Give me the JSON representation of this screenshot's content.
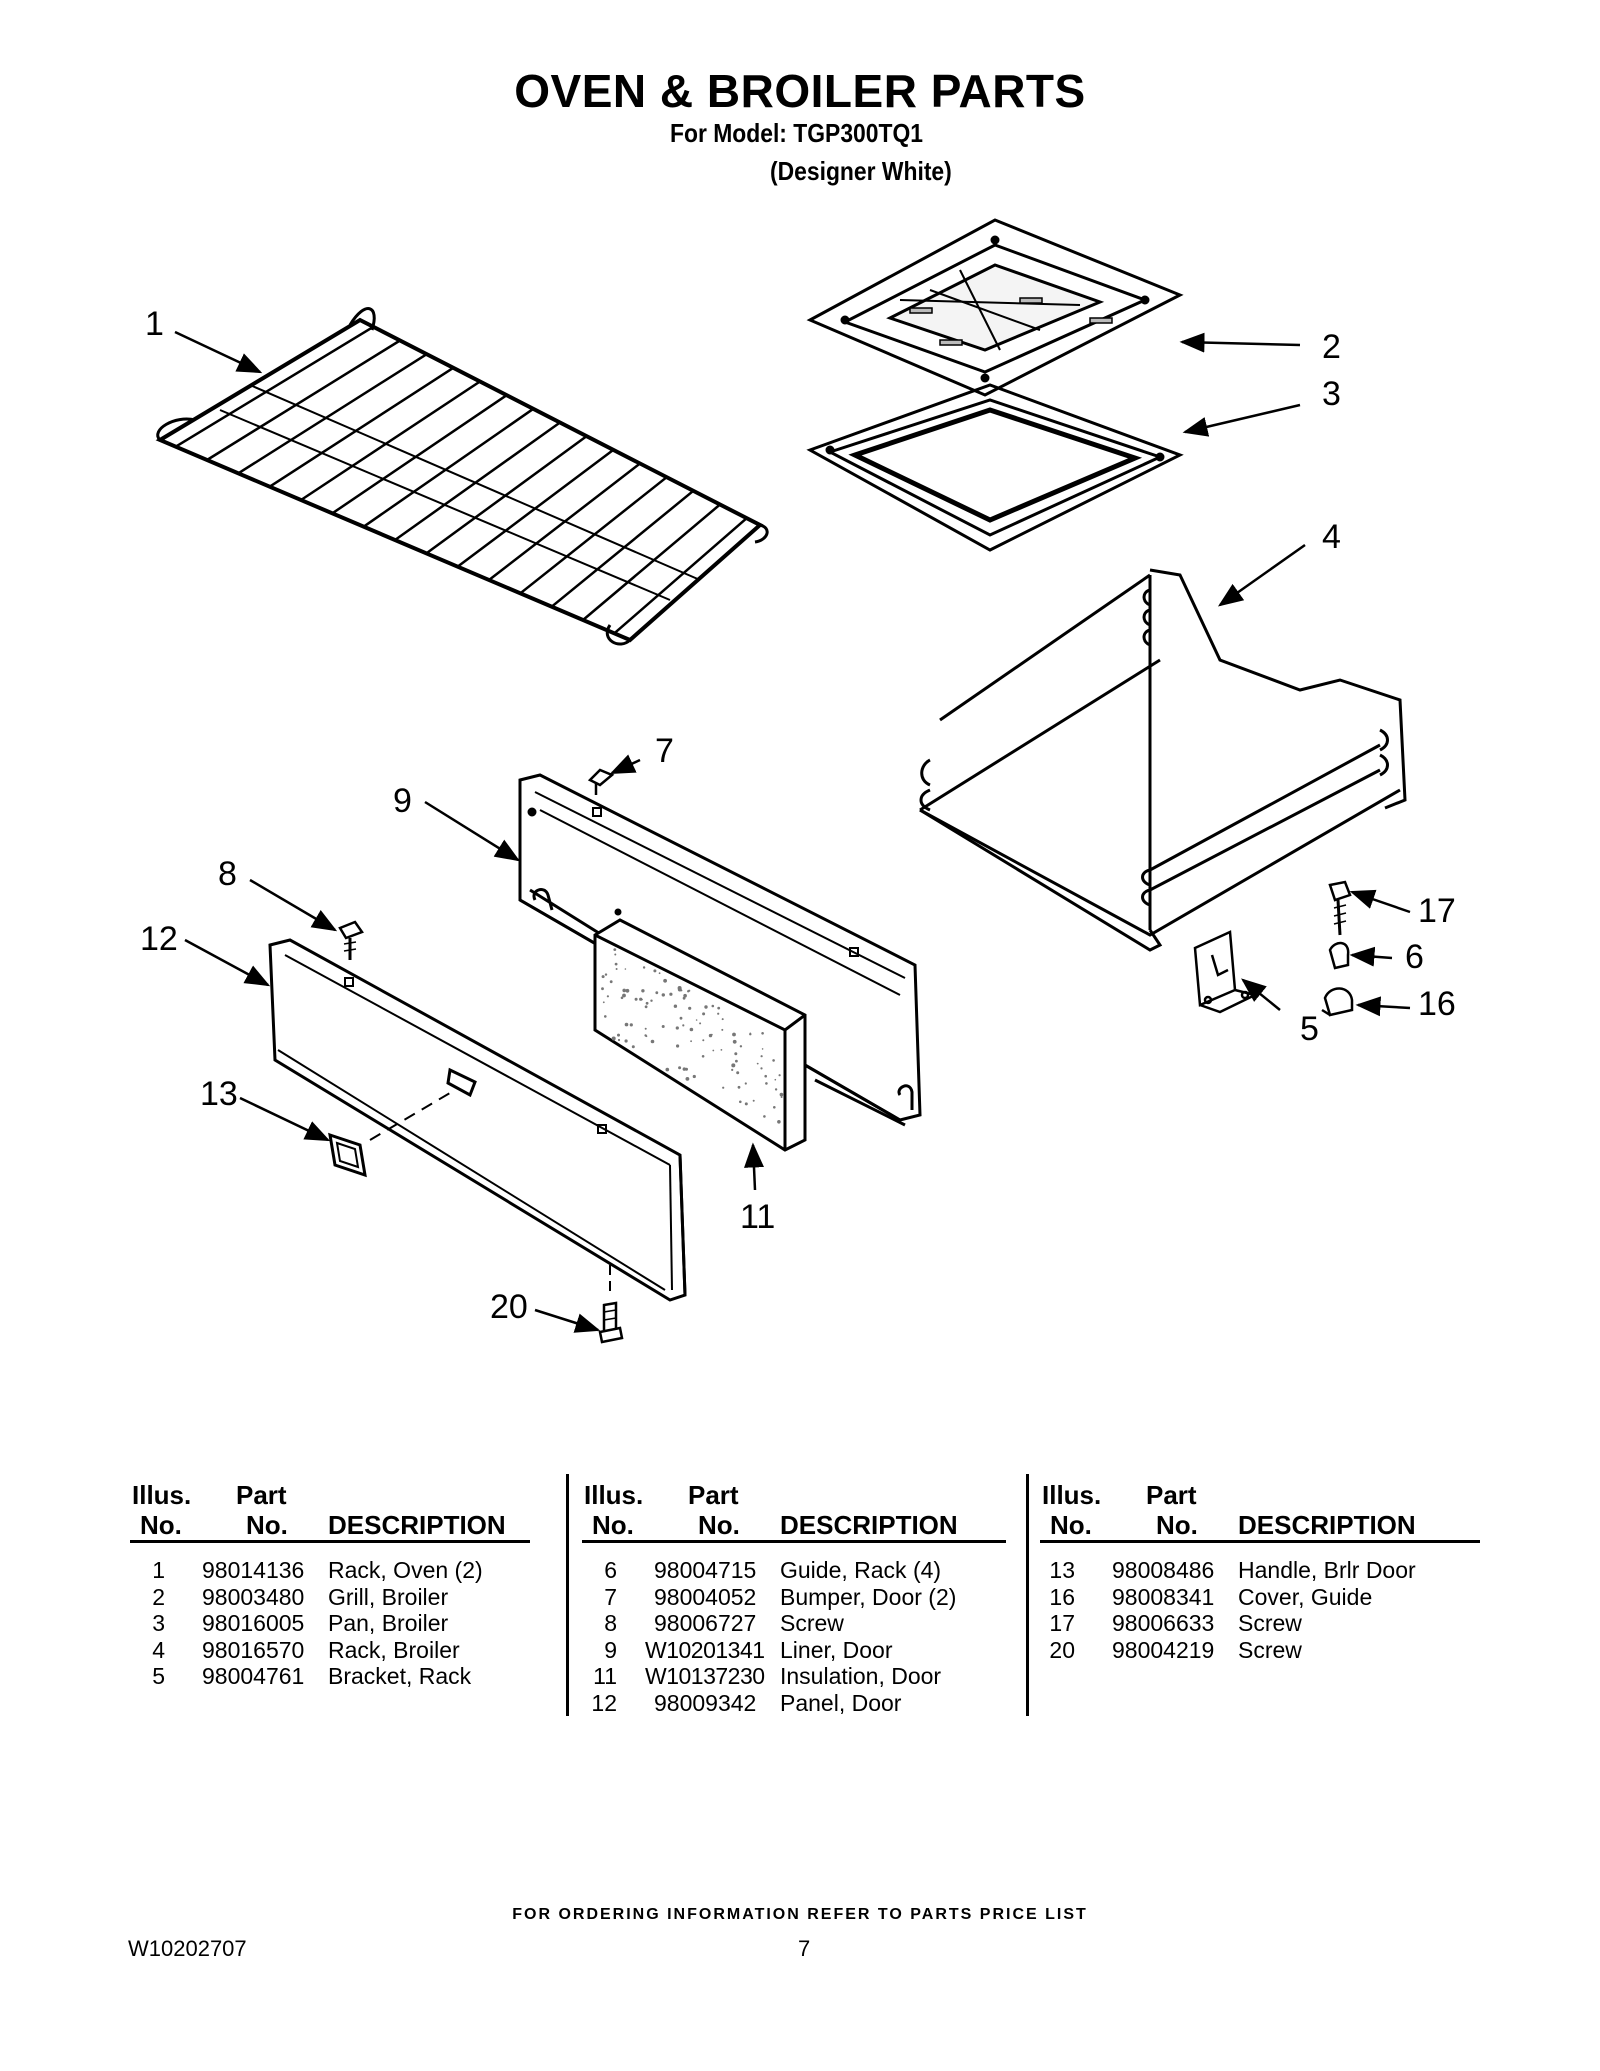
{
  "header": {
    "title": "OVEN & BROILER PARTS",
    "model_line": "For Model: TGP300TQ1",
    "variant": "(Designer White)"
  },
  "diagram": {
    "callouts": [
      "1",
      "2",
      "3",
      "4",
      "5",
      "6",
      "7",
      "8",
      "9",
      "11",
      "12",
      "13",
      "16",
      "17",
      "20"
    ]
  },
  "table": {
    "headers": {
      "illus_1": "Illus.",
      "illus_2": "No.",
      "part_1": "Part",
      "part_2": "No.",
      "description": "DESCRIPTION"
    },
    "columns": [
      [
        {
          "illus": "1",
          "part": "98014136",
          "desc": "Rack, Oven (2)"
        },
        {
          "illus": "2",
          "part": "98003480",
          "desc": "Grill, Broiler"
        },
        {
          "illus": "3",
          "part": "98016005",
          "desc": "Pan, Broiler"
        },
        {
          "illus": "4",
          "part": "98016570",
          "desc": "Rack, Broiler"
        },
        {
          "illus": "5",
          "part": "98004761",
          "desc": "Bracket, Rack"
        }
      ],
      [
        {
          "illus": "6",
          "part": "98004715",
          "desc": "Guide, Rack (4)"
        },
        {
          "illus": "7",
          "part": "98004052",
          "desc": "Bumper, Door (2)"
        },
        {
          "illus": "8",
          "part": "98006727",
          "desc": "Screw"
        },
        {
          "illus": "9",
          "part": "W10201341",
          "desc": "Liner, Door"
        },
        {
          "illus": "11",
          "part": "W10137230",
          "desc": "Insulation, Door"
        },
        {
          "illus": "12",
          "part": "98009342",
          "desc": "Panel, Door"
        }
      ],
      [
        {
          "illus": "13",
          "part": "98008486",
          "desc": "Handle, Brlr Door"
        },
        {
          "illus": "16",
          "part": "98008341",
          "desc": "Cover, Guide"
        },
        {
          "illus": "17",
          "part": "98006633",
          "desc": "Screw"
        },
        {
          "illus": "20",
          "part": "98004219",
          "desc": "Screw"
        }
      ]
    ]
  },
  "footer": {
    "note": "FOR ORDERING INFORMATION REFER TO PARTS PRICE LIST",
    "doc_number": "W10202707",
    "page_number": "7"
  }
}
